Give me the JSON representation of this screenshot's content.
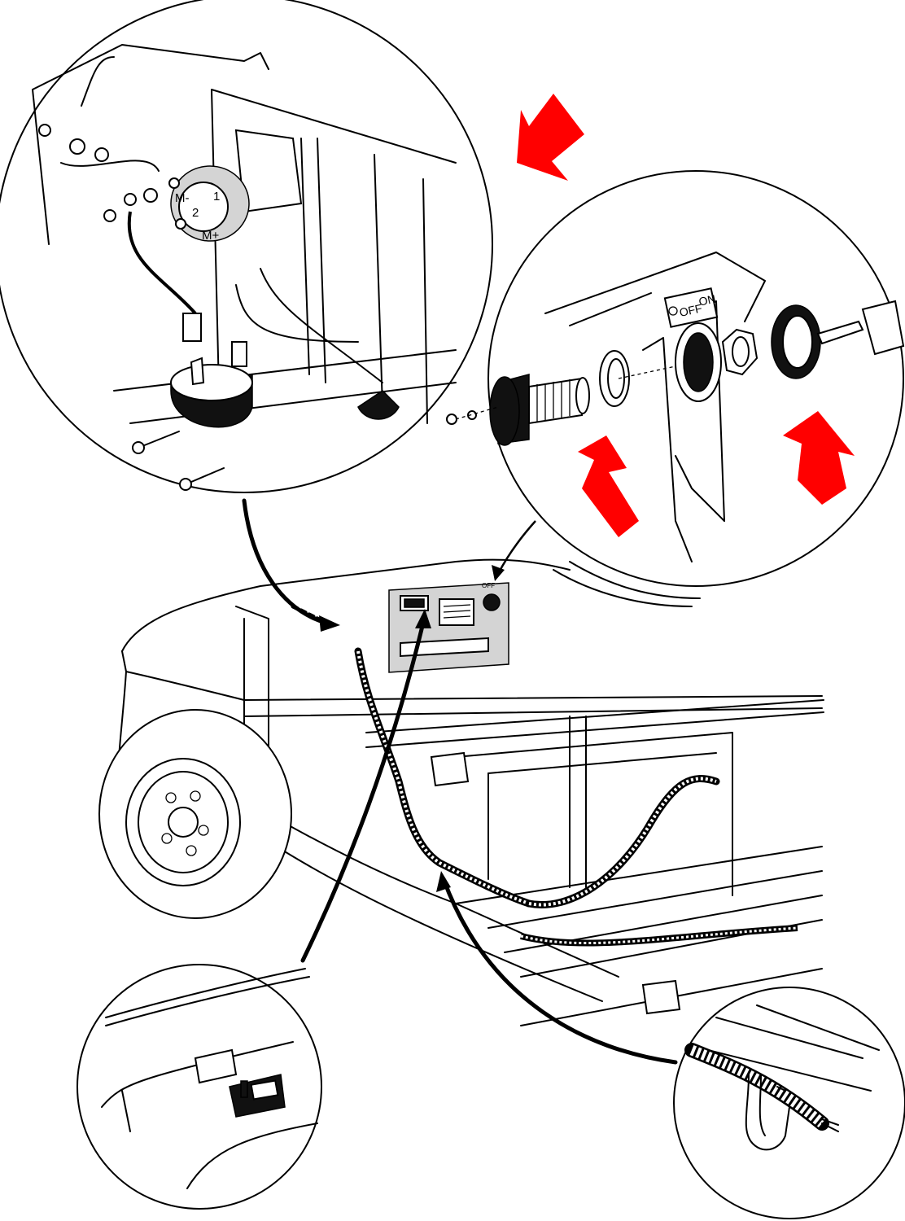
{
  "callouts": {
    "solenoid": {
      "terminals": [
        "M-",
        "1",
        "2",
        "M+"
      ]
    },
    "key_switch": {
      "position_labels": {
        "off": "OFF",
        "on": "ON"
      }
    }
  },
  "dash_panel": {
    "switch_label": "OFF"
  },
  "colors": {
    "arrow": "#ff0000",
    "line": "#000000",
    "panel": "#d4d4d4"
  },
  "icons": [
    "red-arrow-icon",
    "leader-arrow-icon"
  ]
}
